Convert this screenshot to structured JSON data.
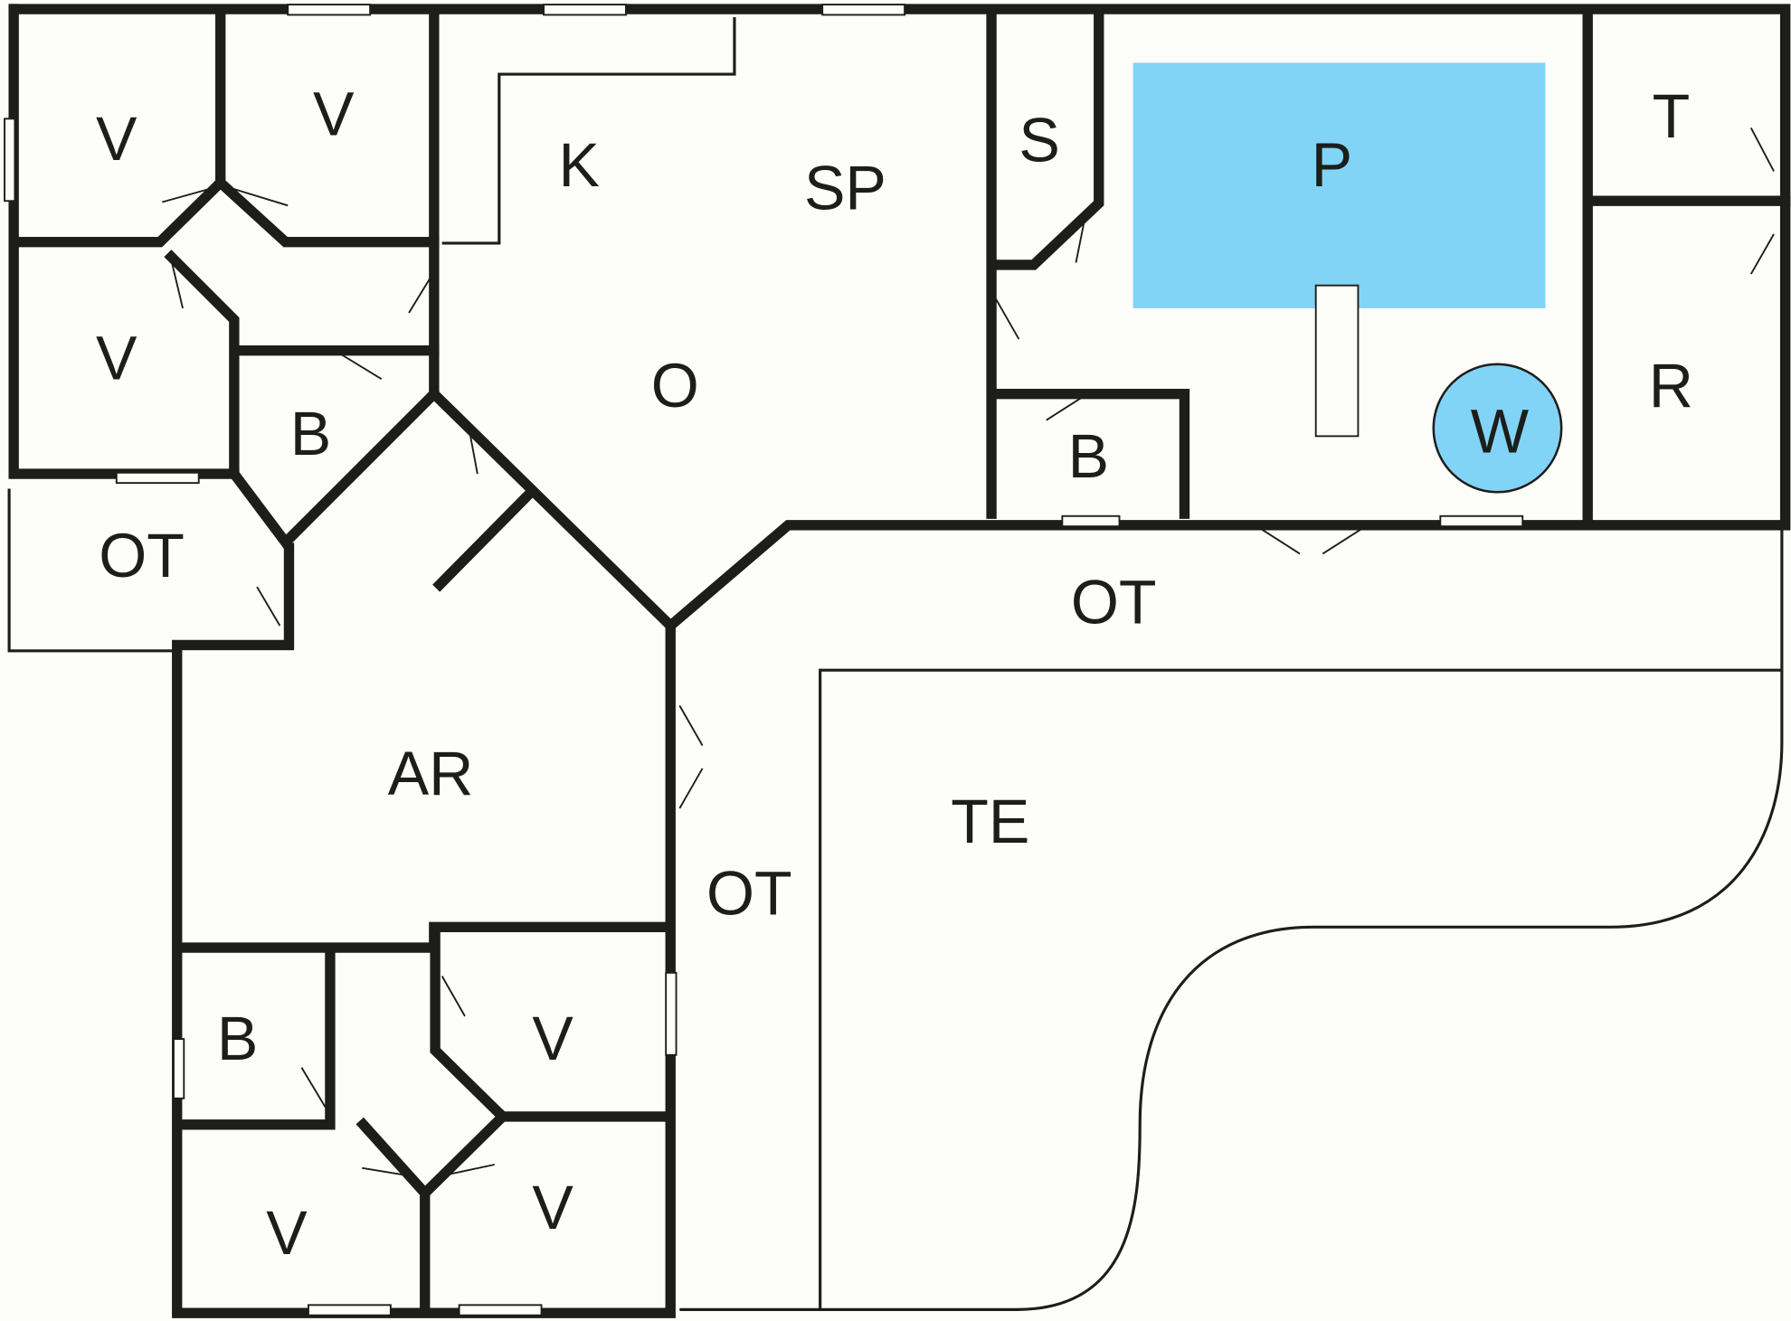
{
  "colors": {
    "water": "#81d4f6",
    "wall": "#1d1d1b",
    "background": "#fdfdf9"
  },
  "rooms": {
    "v1": "V",
    "v2": "V",
    "v3": "V",
    "k": "K",
    "sp": "SP",
    "o": "O",
    "s": "S",
    "p": "P",
    "t": "T",
    "r": "R",
    "w": "W",
    "b1": "B",
    "b2": "B",
    "b3": "B",
    "ot1": "OT",
    "ot2": "OT",
    "ot3": "OT",
    "ar": "AR",
    "te": "TE",
    "v4": "V",
    "v5": "V",
    "v6": "V"
  }
}
